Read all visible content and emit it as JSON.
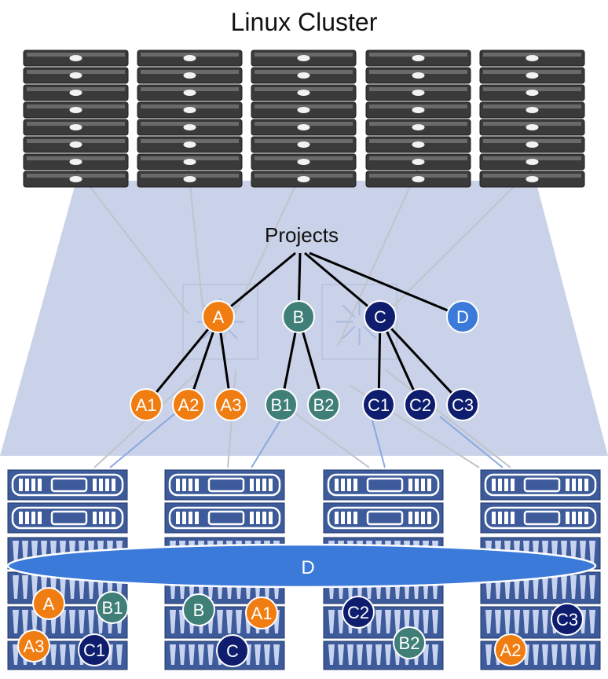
{
  "title": "Linux Cluster",
  "root_label": "Projects",
  "colors": {
    "orange": "#f07d12",
    "teal": "#3f7f78",
    "navy": "#0f1d6e",
    "blue": "#3b7ad9",
    "network_plane": "#c9d2e8",
    "storage_blue": "#3d5a9a",
    "server_gray": "#3a3a3a"
  },
  "projects": [
    {
      "label": "A",
      "color": "orange",
      "children": [
        "A1",
        "A2",
        "A3"
      ]
    },
    {
      "label": "B",
      "color": "teal",
      "children": [
        "B1",
        "B2"
      ]
    },
    {
      "label": "C",
      "color": "navy",
      "children": [
        "C1",
        "C2",
        "C3"
      ]
    },
    {
      "label": "D",
      "color": "blue",
      "children": []
    }
  ],
  "shared_volume": "D",
  "storage_nodes": [
    {
      "volumes": [
        {
          "label": "A",
          "color": "orange"
        },
        {
          "label": "B1",
          "color": "teal"
        },
        {
          "label": "A3",
          "color": "orange"
        },
        {
          "label": "C1",
          "color": "navy"
        }
      ]
    },
    {
      "volumes": [
        {
          "label": "B",
          "color": "teal"
        },
        {
          "label": "A1",
          "color": "orange"
        },
        {
          "label": "C",
          "color": "navy"
        }
      ]
    },
    {
      "volumes": [
        {
          "label": "C2",
          "color": "navy"
        },
        {
          "label": "B2",
          "color": "teal"
        }
      ]
    },
    {
      "volumes": [
        {
          "label": "C3",
          "color": "navy"
        },
        {
          "label": "A2",
          "color": "orange"
        }
      ]
    }
  ],
  "server_racks": 5,
  "servers_per_rack": 8
}
